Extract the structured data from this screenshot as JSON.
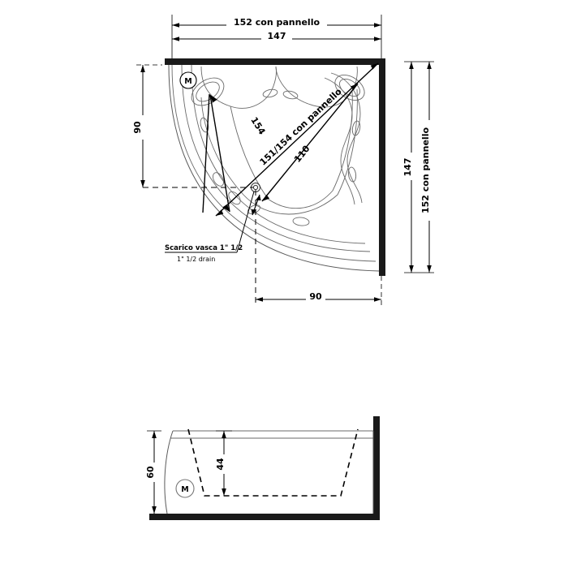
{
  "drawing": {
    "title": "Corner whirlpool bathtub technical drawing",
    "units": "cm",
    "line_color": "#000000",
    "tub_outline_color": "#555555",
    "wall_color": "#1a1a1a"
  },
  "plan_view": {
    "name": "plan-view",
    "dimensions": {
      "top_outer": "152 con pannello",
      "top_inner": "147",
      "left_vertical": "90",
      "bottom_horizontal": "90",
      "right_inner": "147",
      "right_outer": "152 con pannello",
      "diagonal_a": "154",
      "diagonal_b": "151/154 con pannello",
      "diagonal_c": "110"
    },
    "motor_marker": "M",
    "drain_label_it": "Scarico vasca 1\" 1/2",
    "drain_label_en": "1\" 1/2  drain"
  },
  "elevation_view": {
    "name": "elevation-view",
    "dimensions": {
      "total_height": "60",
      "inner_depth": "44"
    },
    "motor_marker": "M"
  }
}
